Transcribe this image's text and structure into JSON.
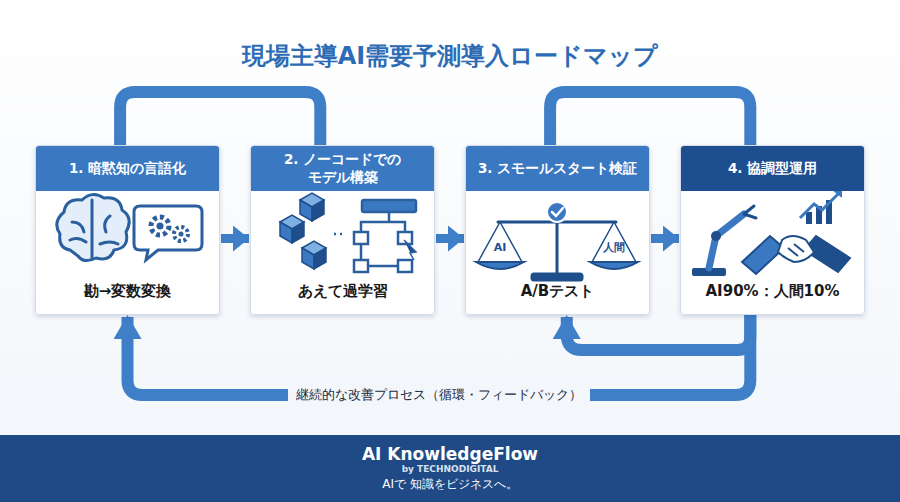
{
  "diagram": {
    "title": "現場主導AI需要予測導入ロードマップ",
    "nodes": [
      {
        "text": [
          "1. 暗黙知の言語化",
          "勘→変数変換"
        ]
      },
      {
        "text": [
          "2. ノーコードでの モデル構築",
          "あえて過学習"
        ]
      },
      {
        "text": [
          "3. スモールスタート検証",
          "A/Bテスト"
        ]
      },
      {
        "text": [
          "4. 協調型運用",
          "AI90%：人間10%"
        ]
      },
      {
        "text": [
          "AI KnowledgeFlow",
          "by TECHNODIGITAL",
          "AIで 知識をビジネスへ。"
        ]
      }
    ],
    "edges": [
      {
        "from": 0,
        "to": 1,
        "arrow": "to"
      },
      {
        "from": 1,
        "to": 2,
        "arrow": "to"
      },
      {
        "from": 2,
        "to": 3,
        "arrow": "to"
      },
      {
        "from": 0,
        "to": 1,
        "arrow": "none"
      },
      {
        "from": 2,
        "to": 3,
        "arrow": "none"
      },
      {
        "from": 3,
        "to": 0,
        "label": "継続的な改善プロセス（循環・フィードバック）",
        "arrow": "to"
      },
      {
        "from": 3,
        "to": 2,
        "arrow": "to"
      }
    ],
    "labels": [
      "AI",
      "人間"
    ]
  }
}
